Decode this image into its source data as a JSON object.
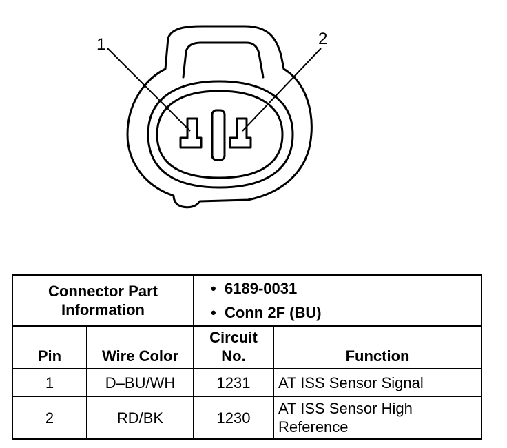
{
  "diagram": {
    "pin_labels": [
      "1",
      "2"
    ]
  },
  "table": {
    "part_info_label": "Connector Part Information",
    "part_info_values": [
      "6189-0031",
      "Conn 2F (BU)"
    ],
    "headers": {
      "pin": "Pin",
      "wire_color": "Wire Color",
      "circuit": "Circuit No.",
      "function": "Function"
    },
    "rows": [
      {
        "pin": "1",
        "wire_color": "D–BU/WH",
        "circuit": "1231",
        "function": "AT ISS Sensor Signal"
      },
      {
        "pin": "2",
        "wire_color": "RD/BK",
        "circuit": "1230",
        "function": "AT ISS Sensor High Reference"
      }
    ]
  }
}
